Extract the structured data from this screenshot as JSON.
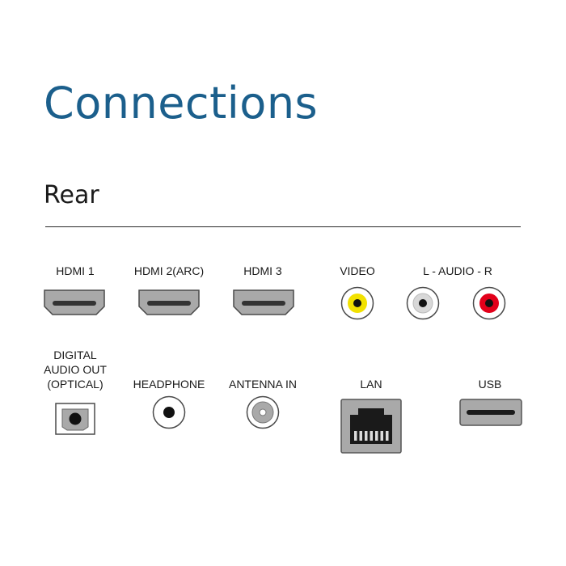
{
  "title": "Connections",
  "section": "Rear",
  "colors": {
    "title": "#1b5f8c",
    "port_gray": "#a9a9a9",
    "port_stroke": "#4a4a4a",
    "video": "#f2e100",
    "audio_left": "#ffffff",
    "audio_right": "#e2001a"
  },
  "ports": {
    "hdmi1": {
      "label": "HDMI 1",
      "icon": "hdmi-port-icon"
    },
    "hdmi2": {
      "label": "HDMI 2(ARC)",
      "icon": "hdmi-port-icon"
    },
    "hdmi3": {
      "label": "HDMI 3",
      "icon": "hdmi-port-icon"
    },
    "video": {
      "label": "VIDEO",
      "icon": "rca-video-jack-icon"
    },
    "audio": {
      "label": "L - AUDIO - R",
      "icon": "rca-audio-jack-icon"
    },
    "optical": {
      "label": "DIGITAL\nAUDIO OUT\n(OPTICAL)",
      "icon": "optical-port-icon"
    },
    "headphone": {
      "label": "HEADPHONE",
      "icon": "headphone-jack-icon"
    },
    "antenna": {
      "label": "ANTENNA IN",
      "icon": "antenna-connector-icon"
    },
    "lan": {
      "label": "LAN",
      "icon": "ethernet-port-icon"
    },
    "usb": {
      "label": "USB",
      "icon": "usb-port-icon"
    }
  }
}
